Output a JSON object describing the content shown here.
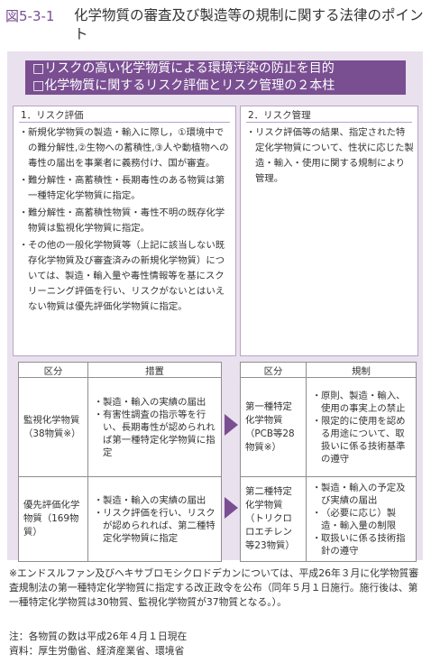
{
  "figure": {
    "label": "図5-3-1",
    "title": "化学物質の審査及び製造等の規制に関する法律のポイント"
  },
  "banner": {
    "line1": "□リスクの高い化学物質による環境汚染の防止を目的",
    "line2": "□化学物質に関するリスク評価とリスク管理の２本柱"
  },
  "risk_assessment": {
    "heading": "1．リスク評価",
    "items": [
      "新規化学物質の製造・輸入に際し，①環境中での難分解性,②生物への蓄積性,③人や動植物への毒性の届出を事業者に義務付け、国が審査。",
      "難分解性・高蓄積性・長期毒性のある物質は第一種特定化学物質に指定。",
      "難分解性・高蓄積性物質・毒性不明の既存化学物質は監視化学物質に指定。",
      "その他の一般化学物質等（上記に該当しない既存化学物質及び審査済みの新規化学物質）については、製造・輸入量や毒性情報等を基にスクリーニング評価を行い、リスクがないとはいえない物質は優先評価化学物質に指定。"
    ],
    "table": {
      "headers": [
        "区分",
        "措置"
      ],
      "rows": [
        {
          "category": "監視化学物質（38物質※）",
          "measures": [
            "製造・輸入の実績の届出",
            "有害性調査の指示等を行い、長期毒性が認められれば第一種特定化学物質に指定"
          ]
        },
        {
          "category": "優先評価化学物質（169物質）",
          "measures": [
            "製造・輸入の実績の届出",
            "リスク評価を行い、リスクが認められれば、第二種特定化学物質に指定"
          ]
        }
      ]
    }
  },
  "risk_management": {
    "heading": "2．リスク管理",
    "items": [
      "リスク評価等の結果、指定された特定化学物質について、性状に応じた製造・輸入・使用に関する規制により管理。"
    ],
    "table": {
      "headers": [
        "区分",
        "規制"
      ],
      "rows": [
        {
          "category": "第一種特定化学物質（PCB等28物質※）",
          "measures": [
            "原則、製造・輸入、使用の事実上の禁止",
            "限定的に使用を認める用途について、取扱いに係る技術基準の遵守"
          ]
        },
        {
          "category": "第二種特定化学物質（トリクロロエチレン等23物質）",
          "measures": [
            "製造・輸入の予定及び実績の届出",
            "（必要に応じ）製造・輸入量の制限",
            "取扱いに係る技術指針の遵守"
          ]
        }
      ]
    }
  },
  "footnotes": {
    "note": "※エンドスルファン及びヘキサブロモシクロドデカンについては、平成26年３月に化学物質審査規制法の第一種特定化学物質に指定する改正政令を公布（同年５月１日施行。施行後は、第一種特定化学物質は30物質、監視化学物質が37物質となる。）。",
    "date_note": "注：各物質の数は平成26年４月１日現在",
    "source": "資料：厚生労働省、経済産業省、環境省"
  }
}
